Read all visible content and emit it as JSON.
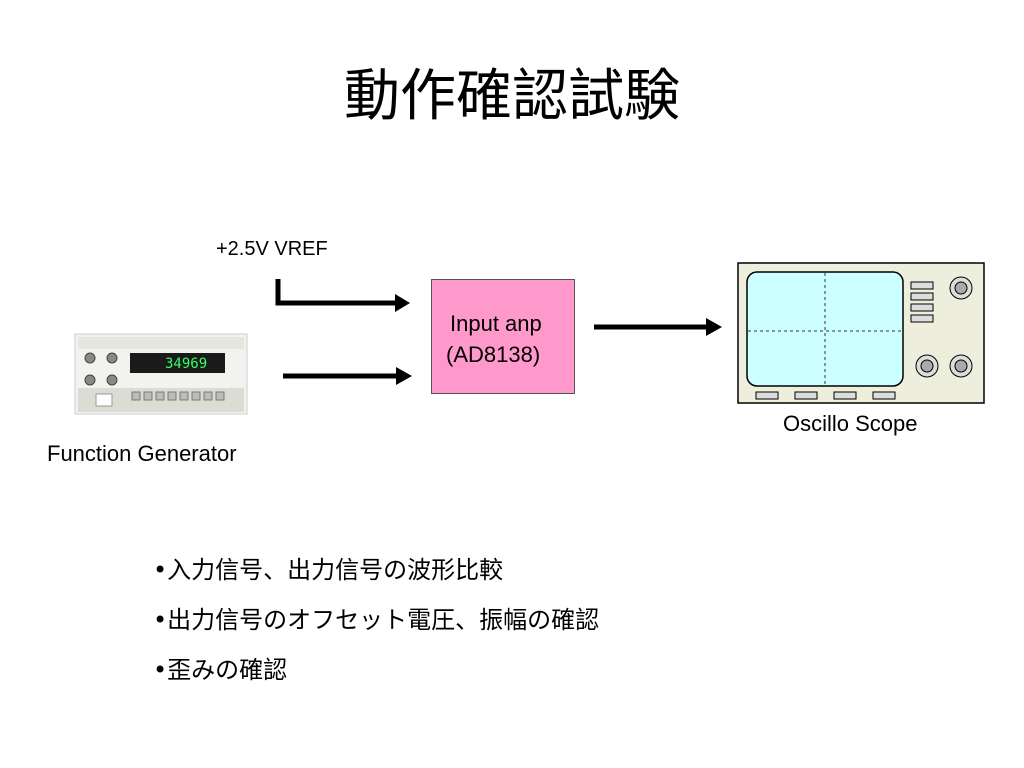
{
  "slide": {
    "title": "動作確認試験"
  },
  "diagram": {
    "vref_label": "+2.5V VREF",
    "function_generator": {
      "label": "Function Generator",
      "display_value": "34969"
    },
    "amplifier": {
      "line1": "Input anp",
      "line2": "(AD8138)",
      "fill_color": "#ff99cc"
    },
    "oscilloscope": {
      "label": "Oscillo Scope",
      "screen_color": "#ccffff",
      "body_color": "#eeeedd"
    }
  },
  "bullets": [
    "•入力信号、出力信号の波形比較",
    "•出力信号のオフセット電圧、振幅の確認",
    "•歪みの確認"
  ]
}
